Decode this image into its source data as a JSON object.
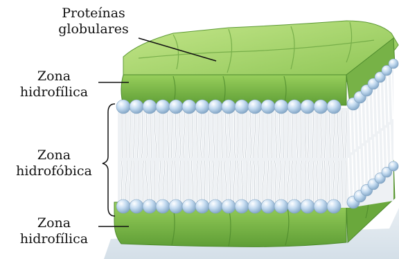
{
  "labels": {
    "proteins": [
      "Proteínas",
      "globulares"
    ],
    "hydrophilic_top": [
      "Zona",
      "hidrofílica"
    ],
    "hydrophobic": [
      "Zona",
      "hidrofóbica"
    ],
    "hydrophilic_bottom": [
      "Zona",
      "hidrofílica"
    ]
  },
  "colors": {
    "protein_light": "#a8d86c",
    "protein_dark": "#5a9a34",
    "head": "#b9d4ec",
    "tail": "#e6e9ee",
    "shadow": "#dfe8ef",
    "label": "#111111"
  }
}
